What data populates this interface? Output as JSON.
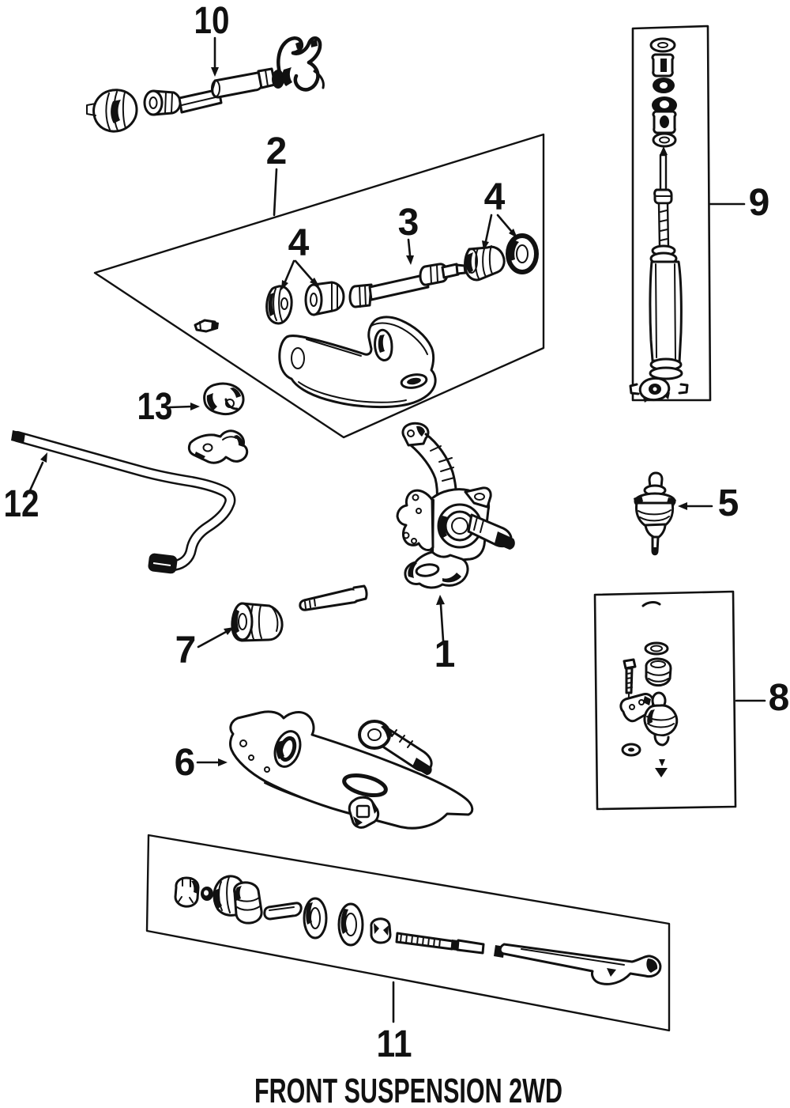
{
  "diagram": {
    "title": "FRONT SUSPENSION 2WD",
    "ink_color": "#111111",
    "background_color": "#ffffff",
    "callouts": [
      "10",
      "2",
      "4",
      "3",
      "4",
      "9",
      "5",
      "13",
      "12",
      "1",
      "7",
      "6",
      "8",
      "11"
    ]
  }
}
